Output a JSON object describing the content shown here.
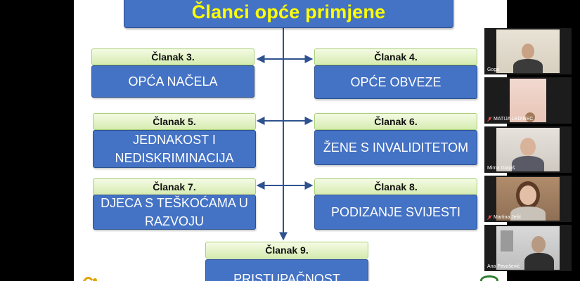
{
  "slide": {
    "title": "Članci opće primjene",
    "articles": [
      {
        "tab": "Članak 3.",
        "text": "OPĆA  NAČELA"
      },
      {
        "tab": "Članak 4.",
        "text": "OPĆE  OBVEZE"
      },
      {
        "tab": "Članak 5.",
        "text": "JEDNAKOST I NEDISKRIMINACIJA"
      },
      {
        "tab": "Članak 6.",
        "text": "ŽENE S INVALIDITETOM"
      },
      {
        "tab": "Članak 7.",
        "text": "DJECA S TEŠKOĆAMA U RAZVOJU"
      },
      {
        "tab": "Članak 8.",
        "text": "PODIZANJE SVIJESTI"
      },
      {
        "tab": "Članak 9.",
        "text": "PRISTUPAČNOST"
      }
    ],
    "colors": {
      "box": "#4472c4",
      "title_text": "#ffff00",
      "tab": "#d6ebb0",
      "arrow": "#2f528f"
    }
  },
  "participants": [
    {
      "name": "Goga",
      "muted": false
    },
    {
      "name": "MATIJA LEDINEC",
      "muted": true
    },
    {
      "name": "Mirna Glajaš",
      "muted": false
    },
    {
      "name": "Martina Jelić",
      "muted": true
    },
    {
      "name": "Ana Pavošević",
      "muted": false
    }
  ]
}
